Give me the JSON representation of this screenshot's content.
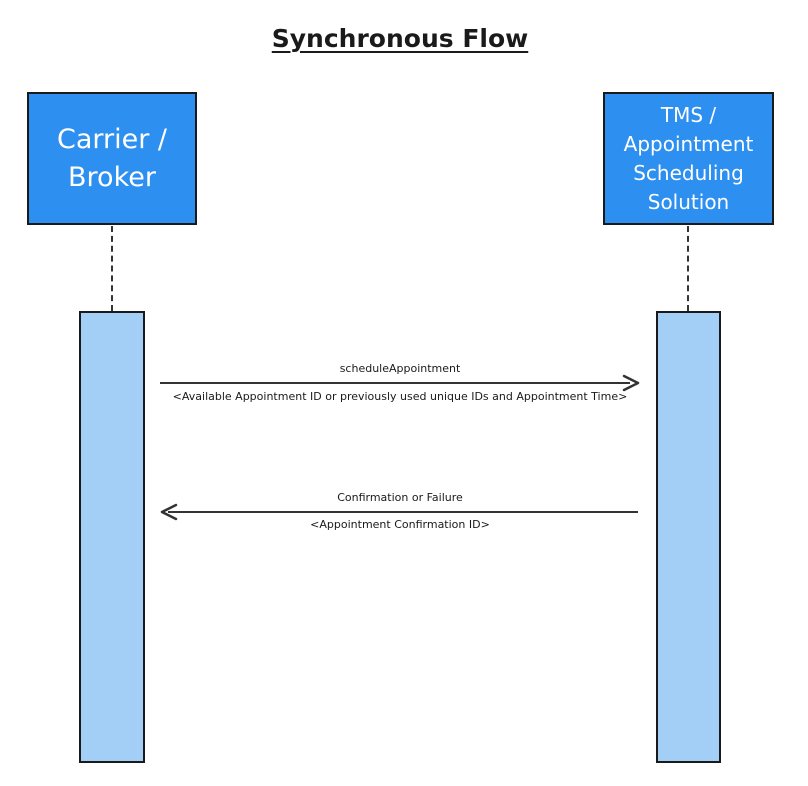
{
  "diagram": {
    "title": "Synchronous Flow",
    "colors": {
      "actor_fill": "#2d8ff0",
      "activation_fill": "#a3cef6",
      "line": "#333333"
    },
    "participants": [
      {
        "label": "Carrier /\nBroker"
      },
      {
        "label": "TMS /\nAppointment\nScheduling\nSolution"
      }
    ],
    "messages": [
      {
        "name": "scheduleAppointment",
        "detail": "<Available Appointment ID or previously used unique IDs and Appointment Time>",
        "direction": "right"
      },
      {
        "name": "Confirmation or Failure",
        "detail": "<Appointment Confirmation ID>",
        "direction": "left"
      }
    ]
  }
}
